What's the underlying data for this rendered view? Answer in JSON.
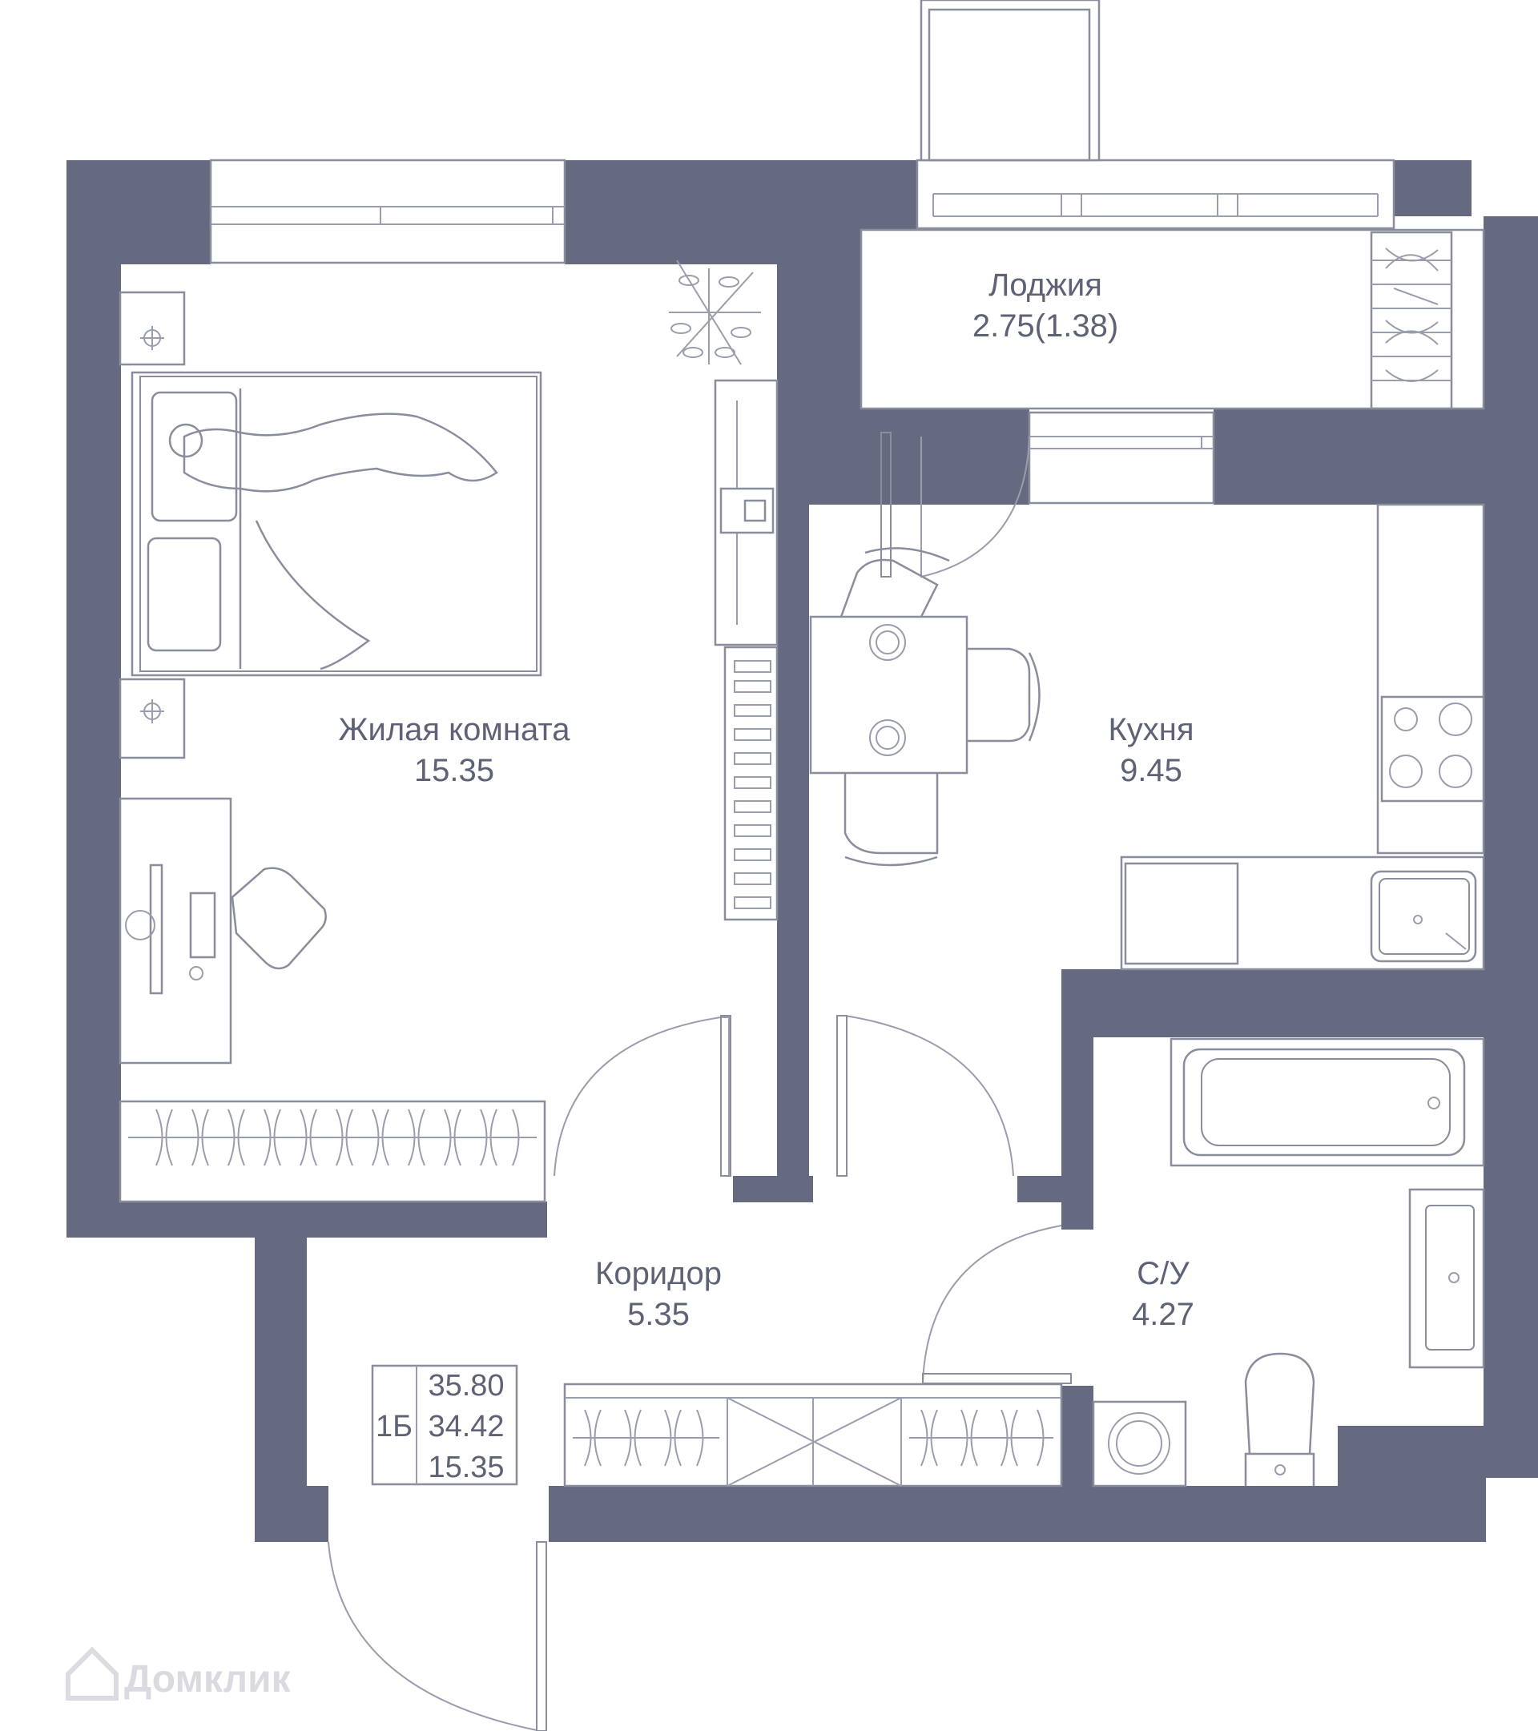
{
  "rooms": {
    "living": {
      "name": "Жилая комната",
      "area": "15.35"
    },
    "kitchen": {
      "name": "Кухня",
      "area": "9.45"
    },
    "loggia": {
      "name": "Лоджия",
      "area": "2.75(1.38)"
    },
    "corridor": {
      "name": "Коридор",
      "area": "5.35"
    },
    "bathroom": {
      "name": "С/У",
      "area": "4.27"
    }
  },
  "summary": {
    "type": "1Б",
    "total_area": "35.80",
    "area_without_balcony": "34.42",
    "living_area": "15.35"
  },
  "watermark": {
    "text": "Домклик",
    "icon": "house-logo-icon"
  },
  "colors": {
    "wall": "#666a80",
    "line": "#8a8d9c",
    "text": "#5e6275"
  }
}
